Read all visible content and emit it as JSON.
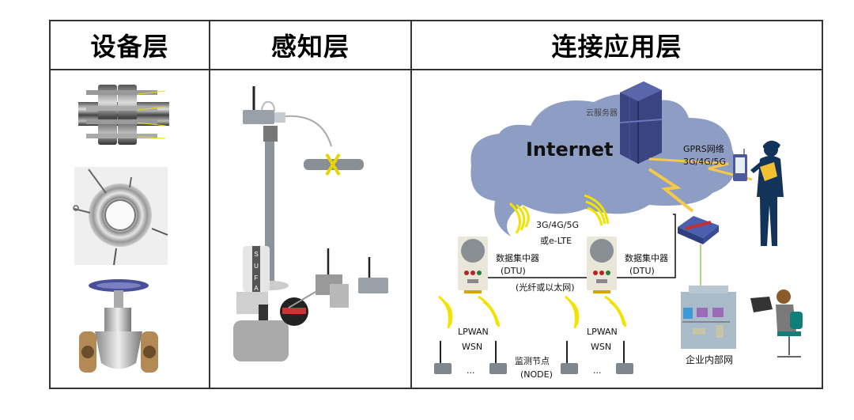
{
  "headers": {
    "device_layer": "设备层",
    "sensing_layer": "感知层",
    "connection_app_layer": "连接应用层"
  },
  "device_layer": {
    "items": [
      "flange-joint",
      "sealing-gasket-ring",
      "gate-valve"
    ]
  },
  "sensing_layer": {
    "items": [
      "wireless-sensor-on-pole-with-pipe-clamp",
      "control-valve-with-wireless-sensors"
    ]
  },
  "network": {
    "cloud_label": "Internet",
    "cloud_server_label": "云服务器",
    "gprs_line1": "GPRS网络",
    "gprs_line2": "3G/4G/5G",
    "uplink_line1": "3G/4G/5G",
    "uplink_line2": "或e-LTE",
    "dtu_left_line1": "数据集中器",
    "dtu_left_line2": "(DTU)",
    "dtu_right_line1": "数据集中器",
    "dtu_right_line2": "(DTU)",
    "dtu_link": "(光纤或以太网)",
    "lpwan_left_line1": "LPWAN",
    "lpwan_left_line2": "WSN",
    "lpwan_right_line1": "LPWAN",
    "lpwan_right_line2": "WSN",
    "node_line1": "监测节点",
    "node_line2": "(NODE)",
    "ellipsis_left": "···",
    "ellipsis_right": "···",
    "enterprise_label": "企业内部网"
  },
  "colors": {
    "cloud": "#8e9dc4",
    "server": "#3a4480",
    "signal": "#f2e200",
    "lightning": "#f7c948",
    "worker": "#12335a",
    "border": "#333333"
  }
}
